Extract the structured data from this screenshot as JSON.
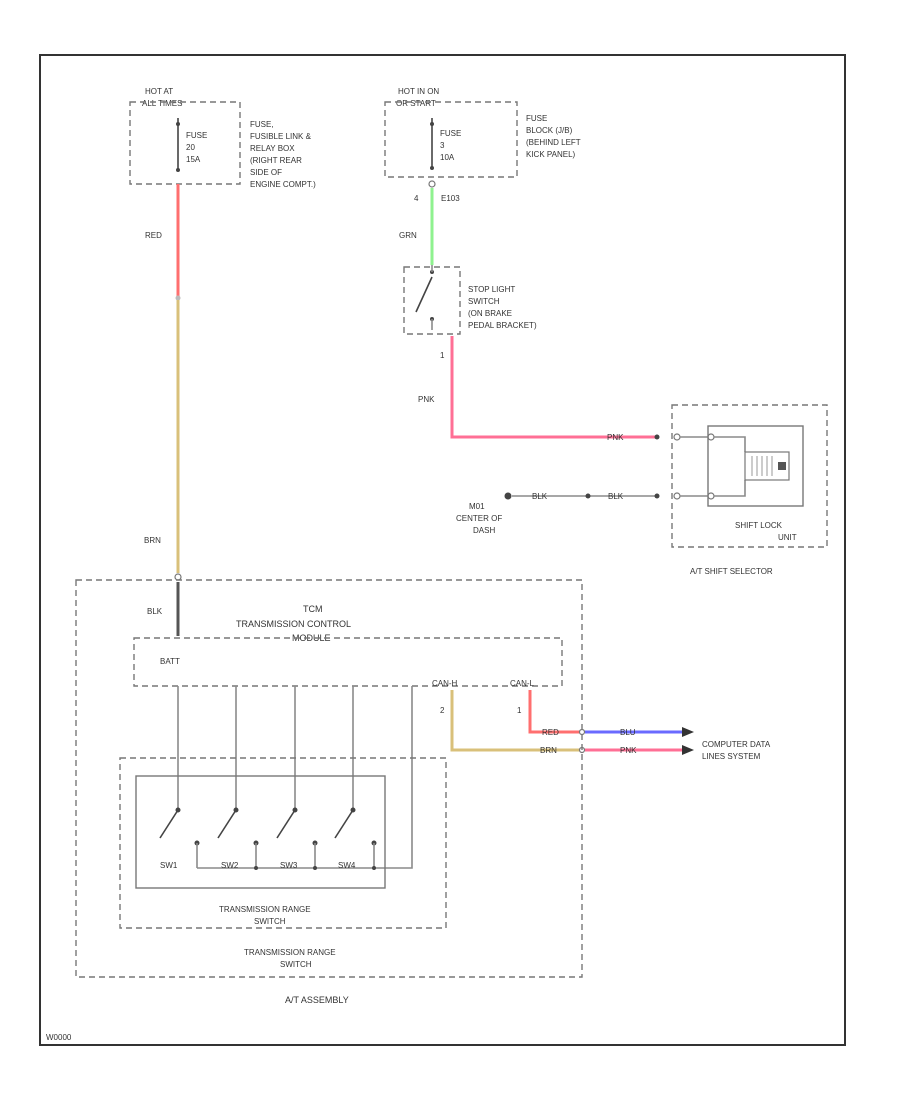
{
  "colors": {
    "frame": "#333333",
    "outline": "#777777",
    "red": "#ff6f6f",
    "tan": "#d9c07a",
    "green": "#8ff28f",
    "pink": "#ff6f95",
    "blue": "#6a6aff",
    "gray": "#8a8a8a"
  },
  "fuse_left": {
    "source_line1": "HOT AT",
    "source_line2": "ALL TIMES",
    "fuse_name": "FUSE",
    "fuse_number": "20",
    "fuse_rating": "15A",
    "location_lines": [
      "FUSE,",
      "FUSIBLE LINK &",
      "RELAY BOX",
      "(RIGHT REAR",
      "SIDE OF",
      "ENGINE COMPT.)"
    ]
  },
  "fuse_right": {
    "source_line1": "HOT IN ON",
    "source_line2": "OR START",
    "fuse_name": "FUSE",
    "fuse_number": "3",
    "fuse_rating": "10A",
    "location_lines": [
      "FUSE",
      "BLOCK (J/B)",
      "(BEHIND LEFT",
      "KICK PANEL)"
    ]
  },
  "wires": {
    "red": "RED",
    "brn_upper": "BRN",
    "blk": "BLK",
    "grn": "GRN",
    "pnk": "PNK",
    "pnk_selector": "PNK",
    "blk_ground_a": "BLK",
    "blk_ground_b": "BLK",
    "red_data": "RED",
    "blu_data": "BLU",
    "brn_data": "BRN",
    "pnk_data": "PNK"
  },
  "connectors": {
    "stop_switch_in": "E103",
    "stop_switch_in_pin": "4",
    "stop_switch_out_pin": "1",
    "canh_pin": "2",
    "canl_pin": "1"
  },
  "stop_light_switch": [
    "STOP LIGHT",
    "SWITCH",
    "(ON BRAKE",
    "PEDAL BRACKET)"
  ],
  "ground_label": [
    "M01",
    "CENTER OF",
    "DASH"
  ],
  "shift_selector": {
    "component": "SHIFT LOCK",
    "component_sub": "UNIT",
    "title": "A/T SHIFT SELECTOR"
  },
  "tcm": {
    "title": "TCM",
    "subtitle_line1": "TRANSMISSION CONTROL",
    "subtitle_line2": "MODULE",
    "batt": "BATT",
    "canh": "CAN-H",
    "canl": "CAN-L"
  },
  "range_switch": {
    "switches": [
      "SW1",
      "SW2",
      "SW3",
      "SW4"
    ],
    "inner_label_line1": "TRANSMISSION RANGE",
    "inner_label_line2": "SWITCH",
    "outer_label_line1": "TRANSMISSION RANGE",
    "outer_label_line2": "SWITCH"
  },
  "assembly_label": "A/T ASSEMBLY",
  "data_lines": [
    "COMPUTER DATA",
    "LINES SYSTEM"
  ],
  "figure_id": "W0000"
}
